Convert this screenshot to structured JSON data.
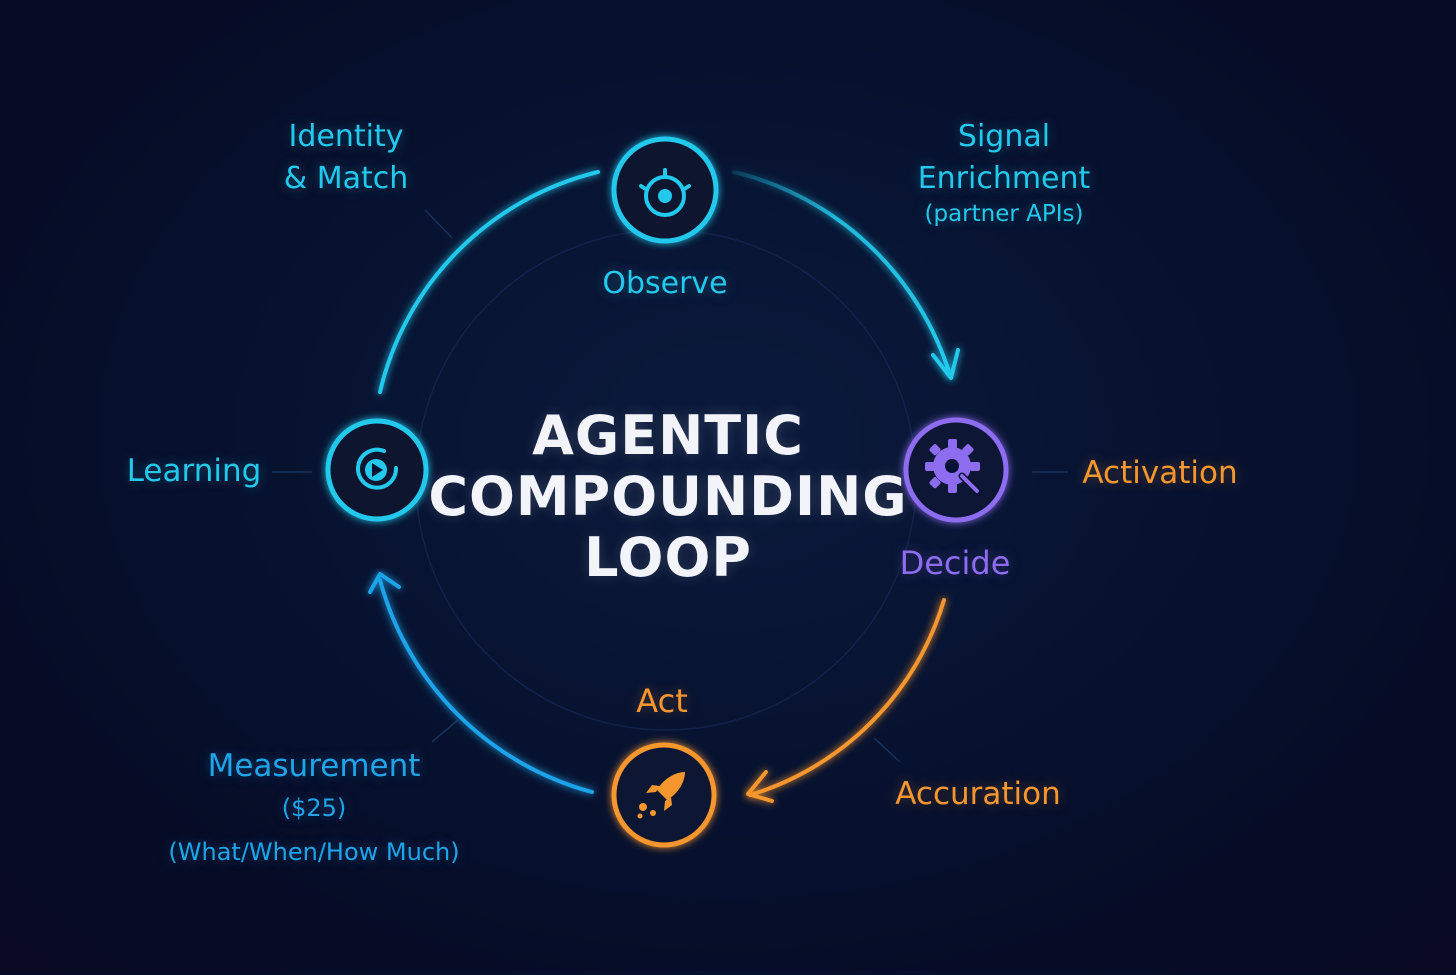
{
  "title_lines": [
    "AGENTIC",
    "COMPOUNDING",
    "LOOP"
  ],
  "nodes": {
    "observe": {
      "label": "Observe"
    },
    "decide": {
      "label": "Decide"
    },
    "act": {
      "label": "Act"
    },
    "learning": {
      "label": "Learning"
    }
  },
  "annotations": {
    "identity": [
      "Identity",
      "& Match"
    ],
    "signal": [
      "Signal",
      "Enrichment",
      "(partner APIs)"
    ],
    "activation": "Activation",
    "accuration": "Accuration",
    "measurement": [
      "Measurement",
      "($25)",
      "(What/When/How Much)"
    ]
  },
  "colors": {
    "cyan": "#22c9ec",
    "blue": "#1fa4ea",
    "purple": "#8e6cf0",
    "orange": "#f6962e",
    "background": "#071230"
  },
  "icons": {
    "observe": "compass-icon",
    "decide": "gear-icon",
    "act": "rocket-icon",
    "learning": "play-loop-icon"
  }
}
